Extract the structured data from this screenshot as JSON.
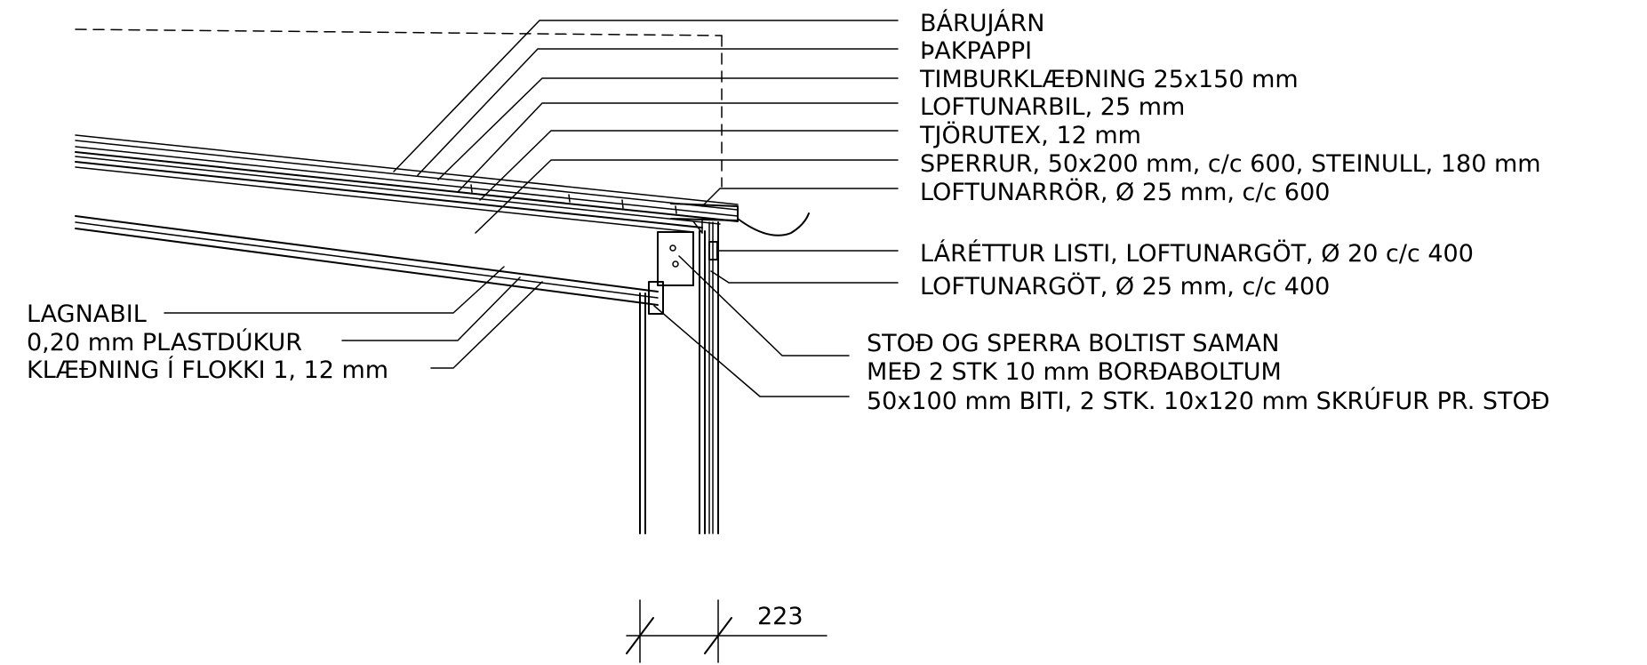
{
  "labels_right": [
    {
      "id": "barujarn",
      "text": "BÁRUJÁRN"
    },
    {
      "id": "thakpappi",
      "text": "ÞAKPAPPI"
    },
    {
      "id": "timburklaedning",
      "text": "TIMBURKLÆÐNING 25x150 mm"
    },
    {
      "id": "loftunarbil",
      "text": "LOFTUNARBIL, 25 mm"
    },
    {
      "id": "tjorutex",
      "text": "TJÖRUTEX, 12 mm"
    },
    {
      "id": "sperrur",
      "text": "SPERRUR, 50x200 mm, c/c 600, STEINULL, 180 mm"
    },
    {
      "id": "loftunarror",
      "text": "LOFTUNARRÖR, Ø 25 mm, c/c 600"
    },
    {
      "id": "larettur-listi",
      "text": "LÁRÉTTUR LISTI, LOFTUNARGÖT, Ø 20 c/c 400"
    },
    {
      "id": "loftunargot",
      "text": "LOFTUNARGÖT, Ø 25 mm, c/c 400"
    },
    {
      "id": "stod-line1",
      "text": "STOÐ OG SPERRA BOLTIST SAMAN"
    },
    {
      "id": "stod-line2",
      "text": "MEÐ 2 STK 10 mm BORÐABOLTUM"
    },
    {
      "id": "biti",
      "text": "50x100 mm BITI, 2 STK. 10x120 mm SKRÚFUR PR. STOÐ"
    }
  ],
  "labels_left": [
    {
      "id": "lagnabil",
      "text": "LAGNABIL"
    },
    {
      "id": "plastdukur",
      "text": "0,20 mm PLASTDÚKUR"
    },
    {
      "id": "klaedning",
      "text": "KLÆÐNING Í FLOKKI 1, 12 mm"
    }
  ],
  "dimension": {
    "value": "223"
  }
}
